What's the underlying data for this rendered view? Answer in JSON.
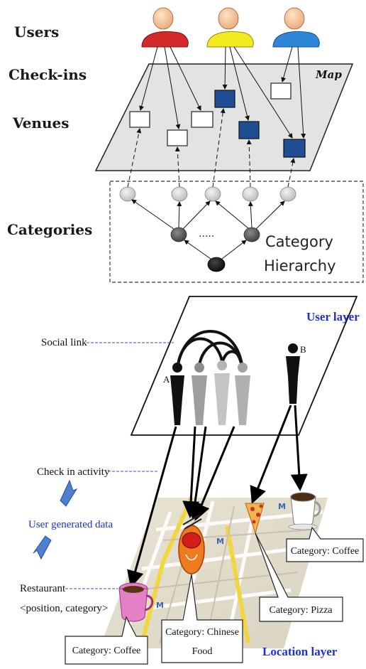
{
  "top_diagram": {
    "labels": {
      "users": "Users",
      "checkins": "Check-ins",
      "venues": "Venues",
      "categories": "Categories",
      "map": "Map",
      "hierarchy_line1": "Category",
      "hierarchy_line2": "Hierarchy",
      "ellipsis": "....."
    },
    "user_colors": [
      "#d42a2a",
      "#f2ea1e",
      "#2f86d6"
    ],
    "venue_fill_filled": "#1f4e94",
    "icons": [
      "user-red-icon",
      "user-yellow-icon",
      "user-blue-icon"
    ]
  },
  "bottom_diagram": {
    "labels": {
      "user_layer": "User layer",
      "social_link": "Social link",
      "user_a": "A",
      "user_b": "B",
      "checkin_activity": "Check in activity",
      "user_generated_data": "User generated data",
      "restaurant": "Restaurant",
      "position_category": "<position, category>",
      "location_layer": "Location layer"
    },
    "callouts": {
      "coffee_left": "Category: Coffee",
      "chinese_line1": "Category: Chinese",
      "chinese_line2": "Food",
      "pizza": "Category: Pizza",
      "coffee_right": "Category: Coffee"
    },
    "accent_blue": "#1f2fd0",
    "icons": [
      "coffee-cup-icon",
      "noodle-bowl-icon",
      "pizza-icon",
      "coffee-mug-icon"
    ]
  }
}
